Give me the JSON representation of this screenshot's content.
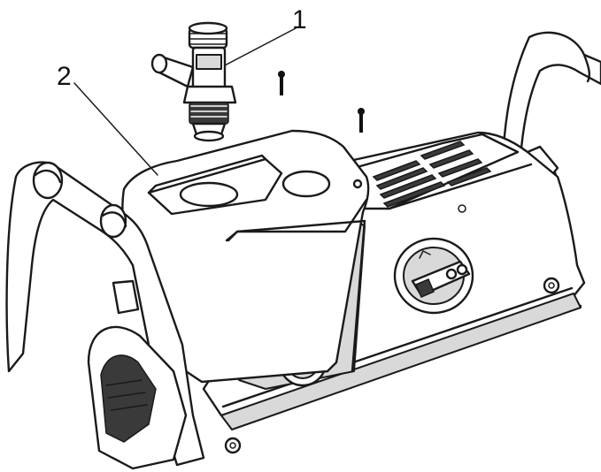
{
  "callouts": [
    {
      "number": "1",
      "part": "fitting"
    },
    {
      "number": "2",
      "part": "cover"
    }
  ],
  "colors": {
    "line": "#1a1a1a",
    "fill": "#ffffff",
    "shade": "#d9d9d9"
  }
}
